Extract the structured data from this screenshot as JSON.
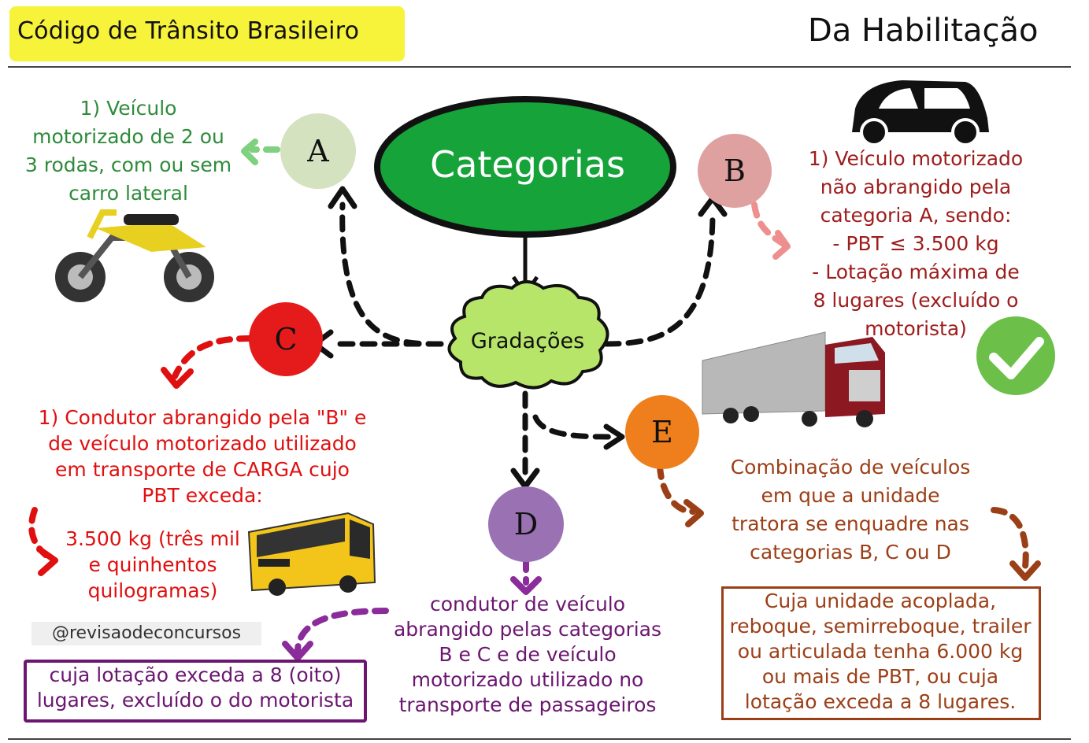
{
  "header": {
    "title": "Código de Trânsito Brasileiro",
    "subject": "Da Habilitação"
  },
  "center": {
    "categories_label": "Categorias",
    "gradations_label": "Gradações"
  },
  "categories": {
    "A": {
      "letter": "A",
      "lines": [
        "1) Veículo",
        "motorizado de 2 ou",
        "3 rodas, com ou sem",
        "carro lateral"
      ],
      "color": "#2e8b3a",
      "circle_color": "#d4e2c0"
    },
    "B": {
      "letter": "B",
      "lines": [
        "1) Veículo motorizado",
        "não abrangido pela",
        "categoria A, sendo:",
        "- PBT ≤ 3.500 kg",
        "- Lotação máxima de",
        "8 lugares (excluído o",
        "motorista)"
      ],
      "color": "#9e1c1c",
      "circle_color": "#dfa0a0"
    },
    "C": {
      "letter": "C",
      "lines": [
        "1) Condutor abrangido pela \"B\" e",
        "de veículo motorizado utilizado",
        "em transporte de CARGA cujo",
        "PBT exceda:"
      ],
      "extra_lines": [
        "3.500 kg (três mil",
        "e quinhentos",
        "quilogramas)"
      ],
      "color": "#e01010",
      "circle_color": "#e51b1b"
    },
    "D": {
      "letter": "D",
      "lines": [
        "condutor de veículo",
        "abrangido pelas categorias",
        "B e C e de veículo",
        "motorizado utilizado no",
        "transporte de passageiros"
      ],
      "extra_lines": [
        "cuja lotação exceda a 8 (oito)",
        "lugares, excluído o do motorista"
      ],
      "color": "#6b1670",
      "circle_color": "#9a72b4"
    },
    "E": {
      "letter": "E",
      "lines": [
        "Combinação de veículos",
        "em que a unidade",
        "tratora se enquadre nas",
        "categorias B, C ou D"
      ],
      "extra_lines": [
        "Cuja unidade acoplada,",
        "reboque, semirreboque, trailer",
        "ou articulada tenha 6.000 kg",
        "ou mais de PBT, ou cuja",
        "lotação exceda a 8 lugares."
      ],
      "color": "#9b3f17",
      "circle_color": "#ee7f1c"
    }
  },
  "credit": "@revisaodeconcursos",
  "icons": [
    "motorcycle-icon",
    "car-icon",
    "truck-icon",
    "bus-icon",
    "checkmark-icon"
  ],
  "colors": {
    "title_highlight": "#f7f23a",
    "categories_fill": "#16a33a",
    "gradations_fill": "#b7e56a"
  }
}
